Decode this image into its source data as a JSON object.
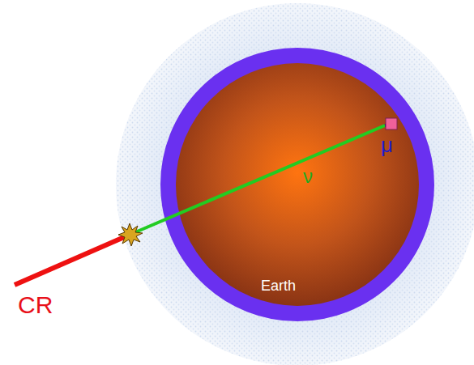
{
  "diagram": {
    "labels": [
      "CR",
      "ν",
      "μ",
      "Earth"
    ]
  }
}
